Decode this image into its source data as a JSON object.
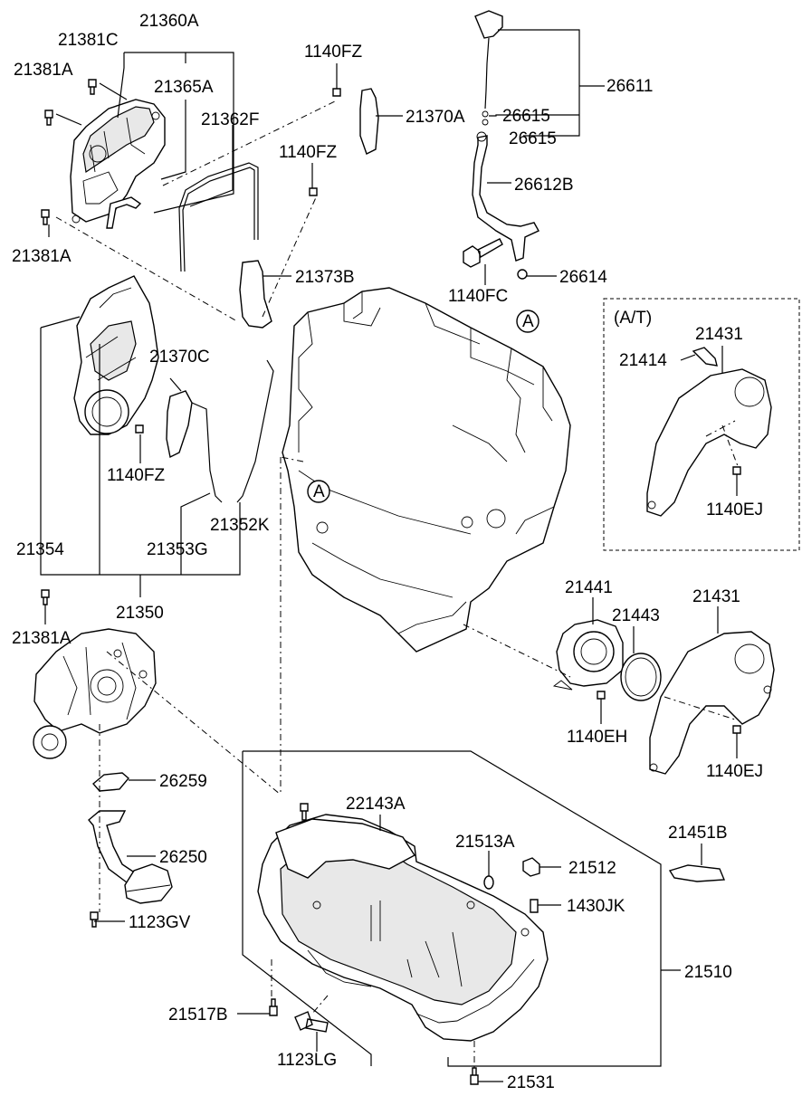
{
  "labels": {
    "p21360A": "21360A",
    "p21381C": "21381C",
    "p21381A_1": "21381A",
    "p21365A": "21365A",
    "p21362F": "21362F",
    "p1140FZ_1": "1140FZ",
    "p21370A": "21370A",
    "p1140FZ_2": "1140FZ",
    "p21381A_2": "21381A",
    "p26611": "26611",
    "p26615_1": "26615",
    "p26615_2": "26615",
    "p26612B": "26612B",
    "p26614": "26614",
    "p1140FC": "1140FC",
    "p21373B": "21373B",
    "p21370C": "21370C",
    "p1140FZ_3": "1140FZ",
    "p21354": "21354",
    "p21353G": "21353G",
    "p21352K": "21352K",
    "p21350": "21350",
    "p21381A_3": "21381A",
    "p26259": "26259",
    "p26250": "26250",
    "p1123GV": "1123GV",
    "p22143A": "22143A",
    "p21513A": "21513A",
    "p21512": "21512",
    "p1430JK": "1430JK",
    "p21451B": "21451B",
    "p21510": "21510",
    "p21517B": "21517B",
    "p1123LG": "1123LG",
    "p21531": "21531",
    "p21441": "21441",
    "p21443": "21443",
    "p21431_2": "21431",
    "p1140EH": "1140EH",
    "p1140EJ_2": "1140EJ",
    "at_title": "(A/T)",
    "p21431_1": "21431",
    "p21414": "21414",
    "p1140EJ_1": "1140EJ",
    "refA_1": "A",
    "refA_2": "A"
  }
}
